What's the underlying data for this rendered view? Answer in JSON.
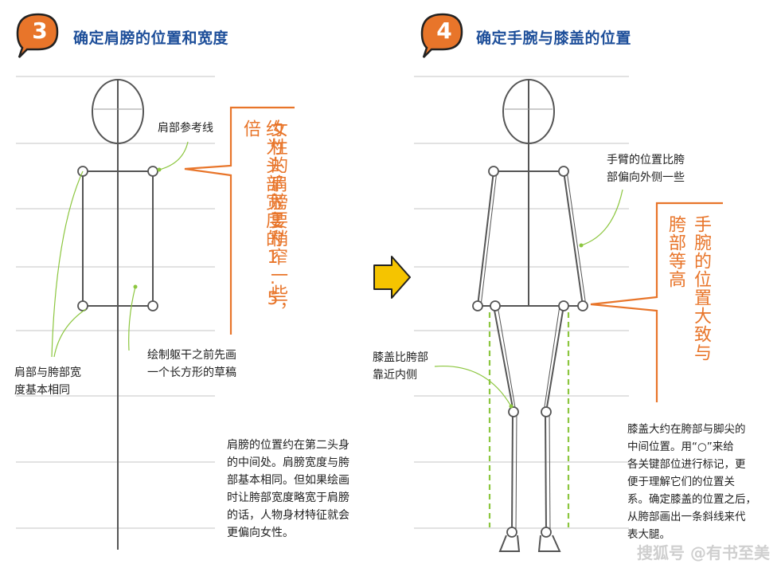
{
  "step3": {
    "number": "3",
    "title": "确定肩膀的位置和宽度",
    "label_shoulder_ref": "肩部参考线",
    "callout_lines": [
      "女性的肩膀要稍窄一些，",
      "约为头部宽度的1.5倍"
    ],
    "label_box": [
      "绘制躯干之前先画",
      "一个长方形的草稿"
    ],
    "label_equal": [
      "肩部与胯部宽",
      "度基本相同"
    ],
    "paragraph": [
      "肩膀的位置约在第二头身",
      "的中间处。肩膀宽度与胯",
      "部基本相同。但如果绘画",
      "时让胯部宽度略宽于肩膀",
      "的话，人物身材特征就会",
      "更偏向女性。"
    ]
  },
  "step4": {
    "number": "4",
    "title": "确定手腕与膝盖的位置",
    "label_arm": [
      "手臂的位置比胯",
      "部偏向外侧一些"
    ],
    "callout_lines": [
      "手腕的位置大致与",
      "胯部等高"
    ],
    "label_knee": [
      "膝盖比胯部",
      "靠近内侧"
    ],
    "paragraph": [
      "膝盖大约在胯部与脚尖的",
      "中间位置。用“○”来给",
      "各关键部位进行标记，更",
      "便于理解它们的位置关",
      "系。确定膝盖的位置之后，",
      "从胯部画出一条斜线来代",
      "表大腿。"
    ]
  },
  "watermark": "搜狐号 @有书至美",
  "colors": {
    "accent_orange": "#e8752a",
    "title_blue": "#1e4f9a",
    "guide_green": "#8cc63f",
    "arrow_yellow": "#f5c400"
  }
}
